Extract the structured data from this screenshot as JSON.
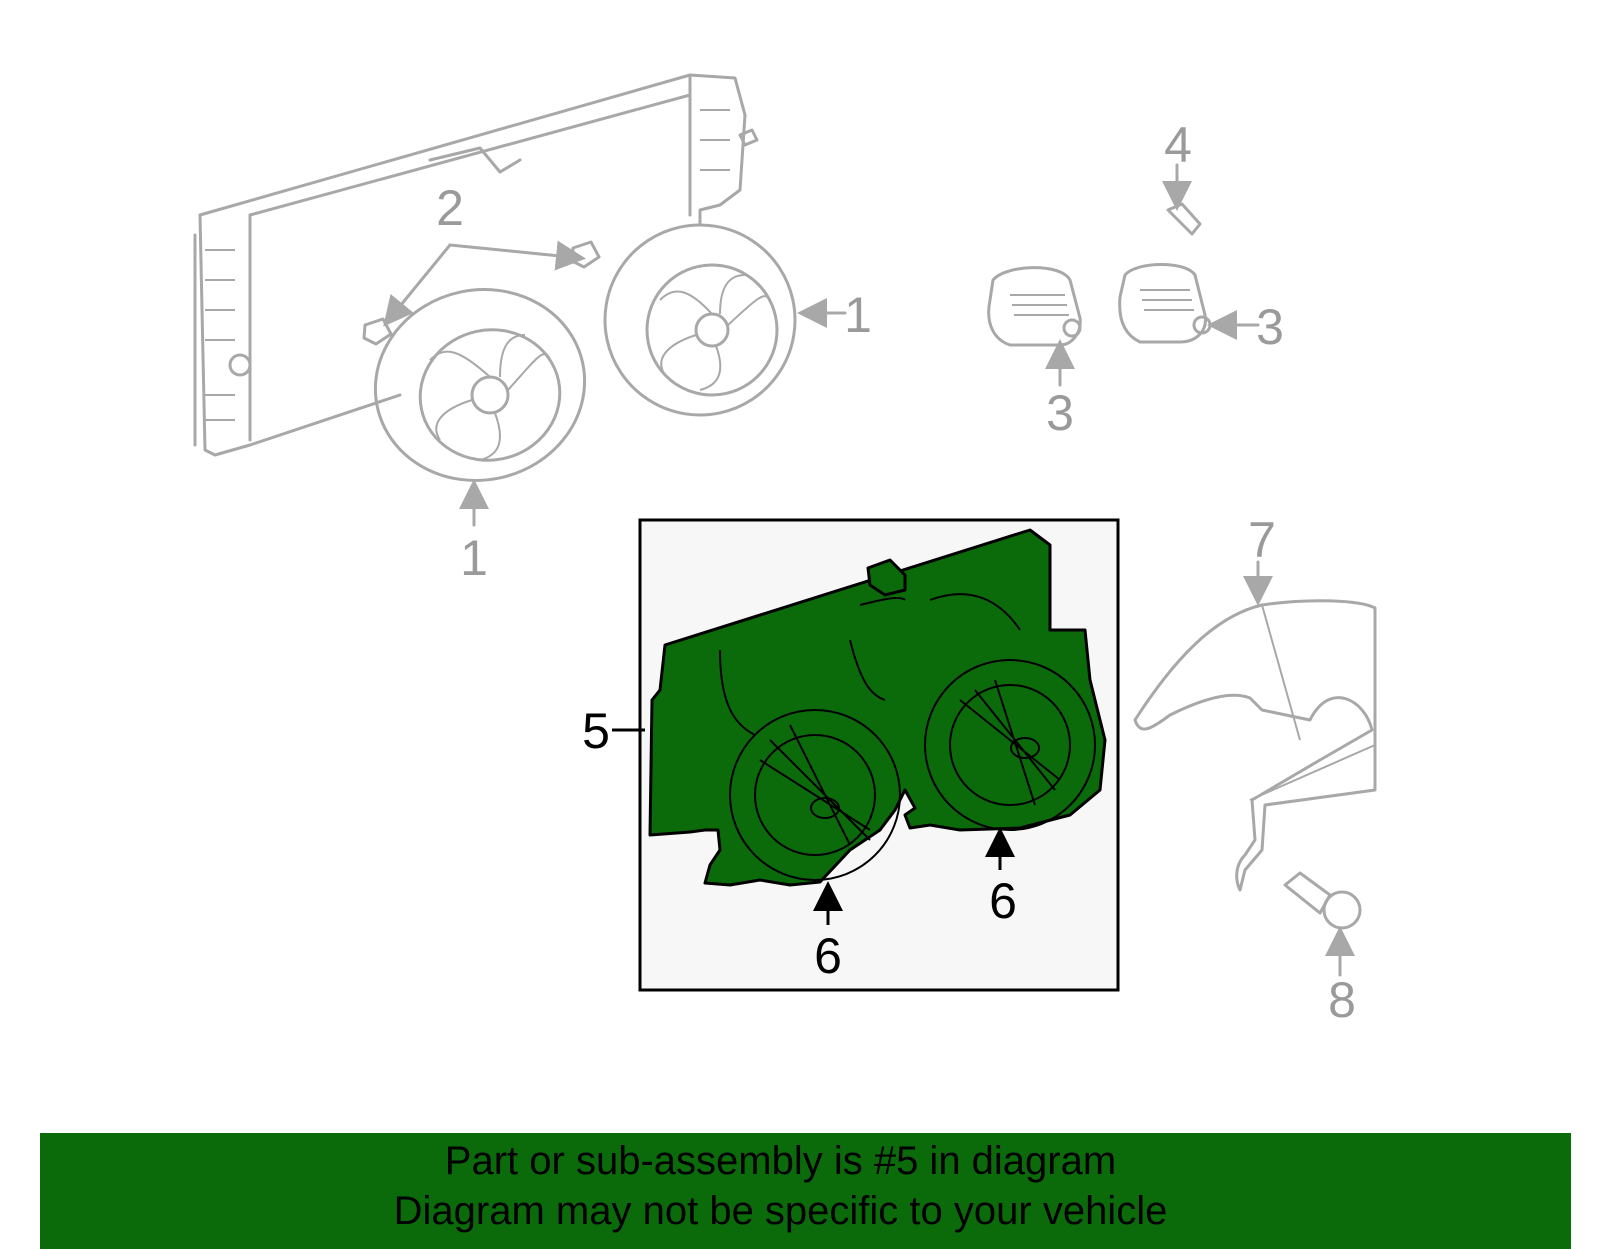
{
  "callouts": {
    "c1a": "1",
    "c1b": "1",
    "c2": "2",
    "c3a": "3",
    "c3b": "3",
    "c4": "4",
    "c5": "5",
    "c6a": "6",
    "c6b": "6",
    "c7": "7",
    "c8": "8"
  },
  "footer": {
    "line1": "Part or sub-assembly is #5 in diagram",
    "line2": "Diagram may not be specific to your vehicle"
  },
  "colors": {
    "highlight": "#0b6b0b",
    "ghost_parts": "#a8a8a8",
    "highlight_box_fill": "#f7f7f7"
  },
  "highlighted_part": "5"
}
